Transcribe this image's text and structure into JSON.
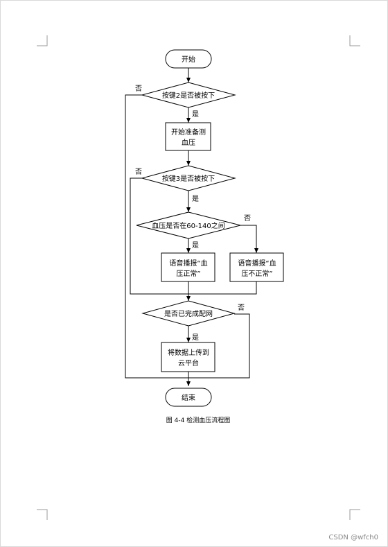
{
  "flowchart": {
    "nodes": {
      "start": "开始",
      "key2": "按键2是否被按下",
      "prepare_line1": "开始准备测",
      "prepare_line2": "血压",
      "key3": "按键3是否被按下",
      "range_check": "血压是否在60-140之间",
      "normal_line1": "语音播报“血",
      "normal_line2": "压正常”",
      "abnormal_line1": "语音播报“血",
      "abnormal_line2": "压不正常”",
      "network": "是否已完成配网",
      "upload_line1": "将数据上传到",
      "upload_line2": "云平台",
      "end": "结束"
    },
    "edge_labels": {
      "yes": "是",
      "no": "否"
    }
  },
  "caption": "图 4-4   检测血压流程图",
  "watermark": "CSDN @wfch0"
}
